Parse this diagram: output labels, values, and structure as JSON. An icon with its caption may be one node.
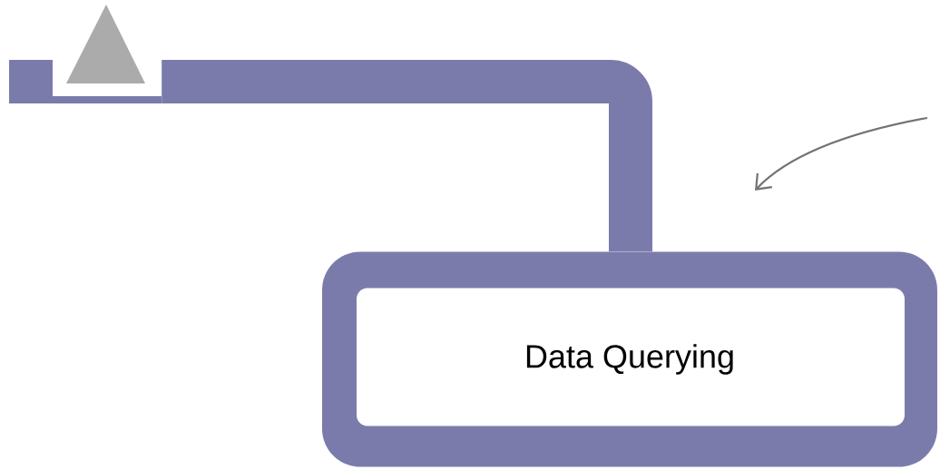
{
  "diagram": {
    "nodes": [
      {
        "text": [],
        "shape": "triangle"
      },
      {
        "text": [
          "Data Querying"
        ]
      }
    ],
    "edges": [
      {
        "from": 1,
        "to": 0,
        "arrow": "none"
      }
    ]
  }
}
